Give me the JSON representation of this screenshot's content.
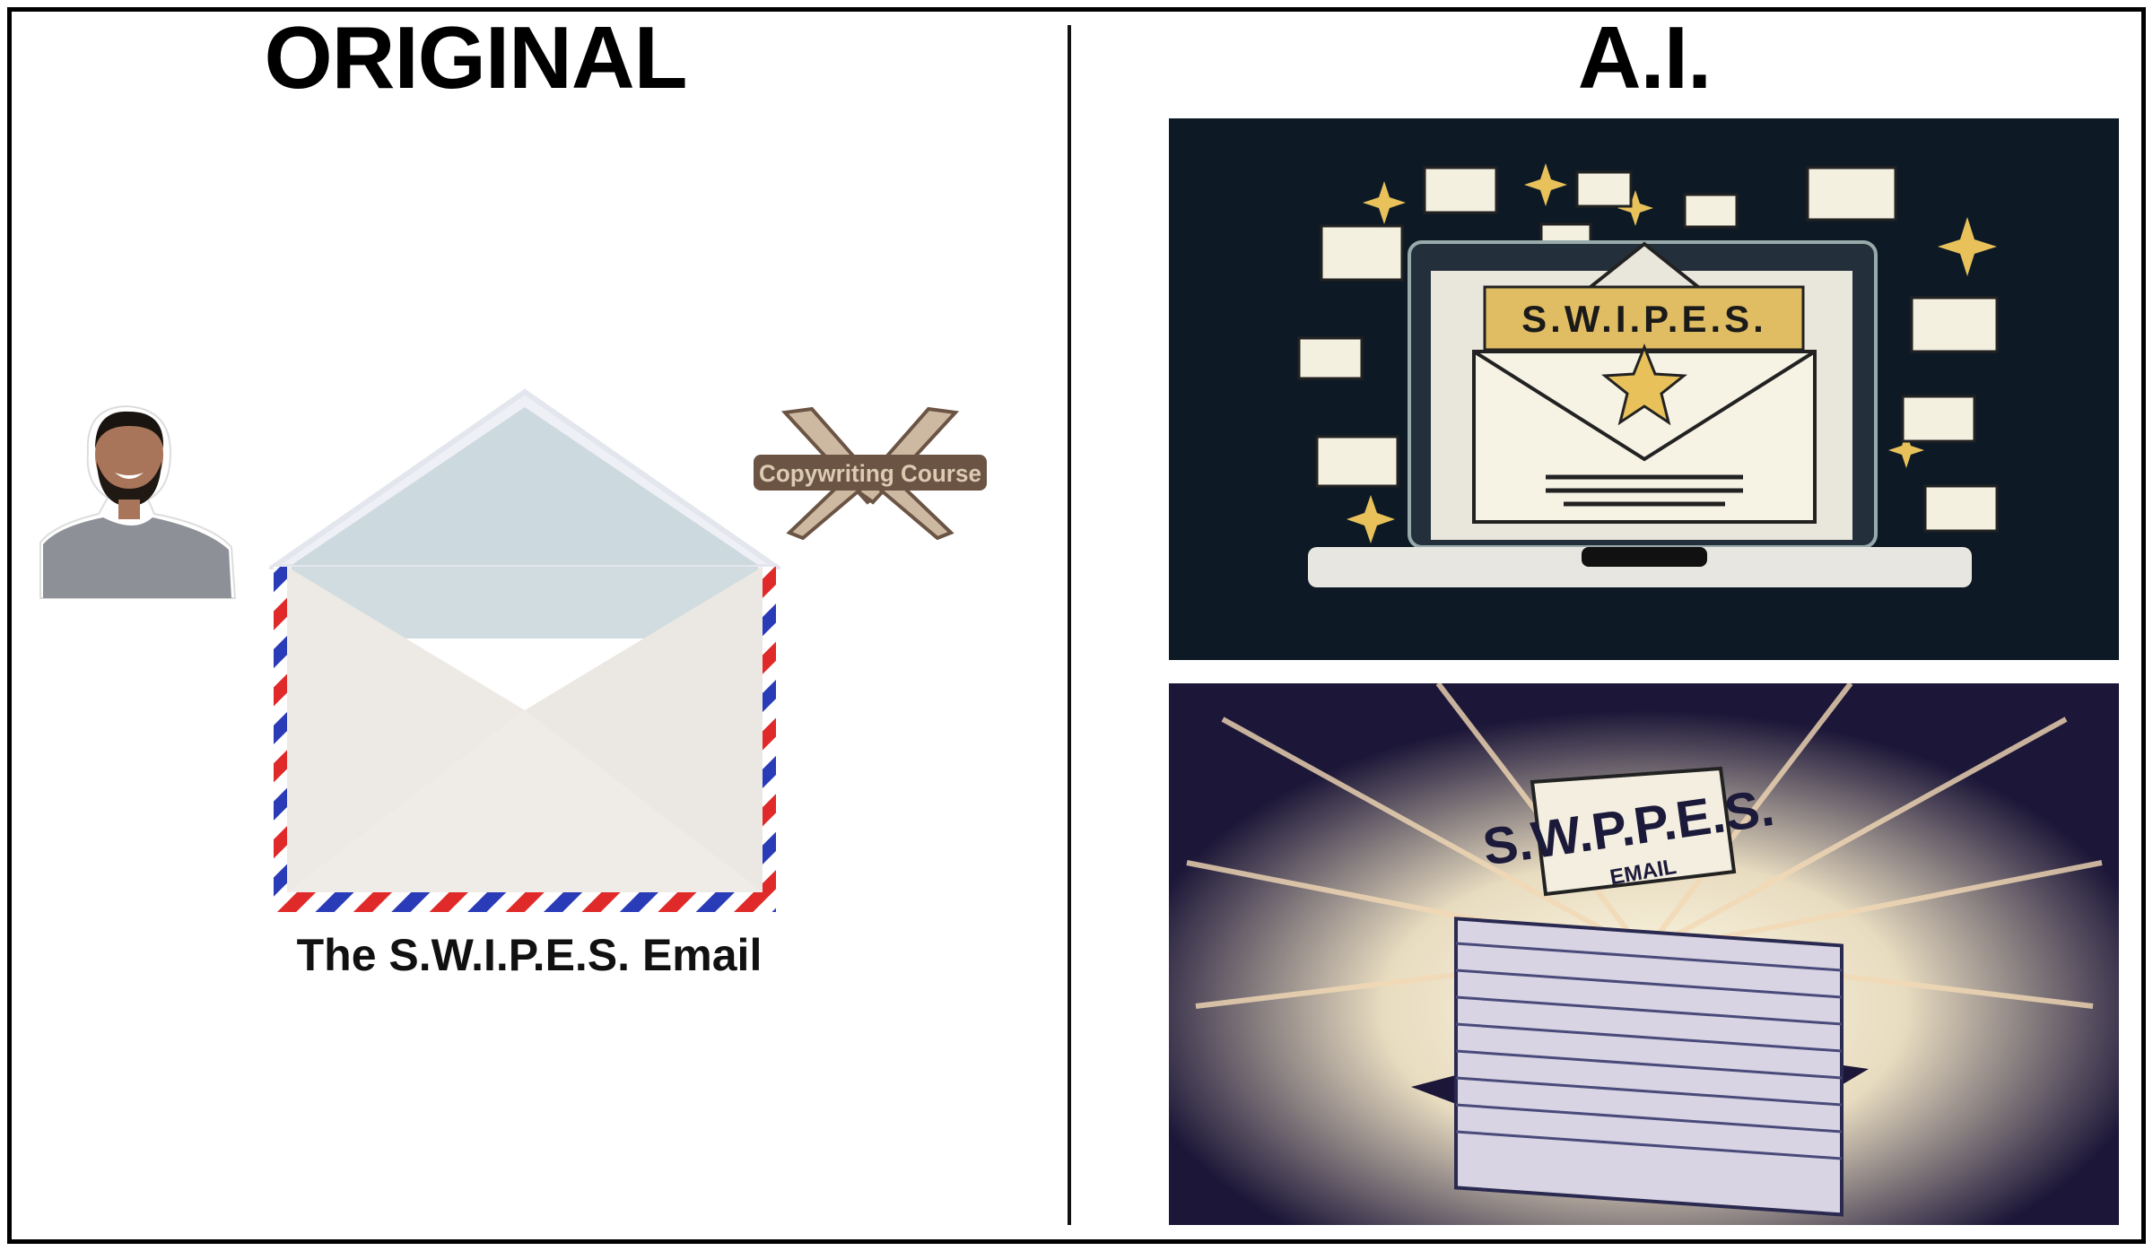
{
  "headings": {
    "left": "ORIGINAL",
    "right": "A.I."
  },
  "original": {
    "caption": "The S.W.I.P.E.S. Email",
    "logo_text": "Copywriting Course"
  },
  "ai": {
    "image1_text": "S.W.I.P.E.S.",
    "image2_text": "S.W.P.P.E.S.",
    "image2_subtext": "EMAIL"
  },
  "colors": {
    "stripe_red": "#e02a2a",
    "stripe_blue": "#2a3bb8",
    "panel1_bg": "#0d1a26",
    "panel2_bg": "#1c1638",
    "gold": "#e8c15a"
  }
}
